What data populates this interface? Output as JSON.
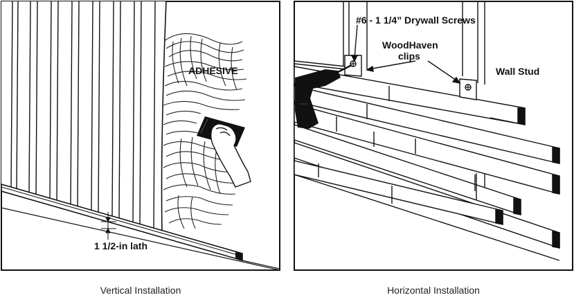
{
  "panels": {
    "vertical": {
      "caption": "Vertical Installation",
      "adhesive_label": "ADHESIVE",
      "lath_label": "1 1/2-in lath"
    },
    "horizontal": {
      "caption": "Horizontal Installation",
      "screws_label": "#6 - 1 1/4” Drywall Screws",
      "clips_label_line1": "WoodHaven",
      "clips_label_line2": "clips",
      "stud_label": "Wall Stud"
    }
  },
  "icons": [
    "trowel-icon",
    "hand-icon",
    "drill-icon",
    "clip-icon",
    "screw-icon"
  ]
}
